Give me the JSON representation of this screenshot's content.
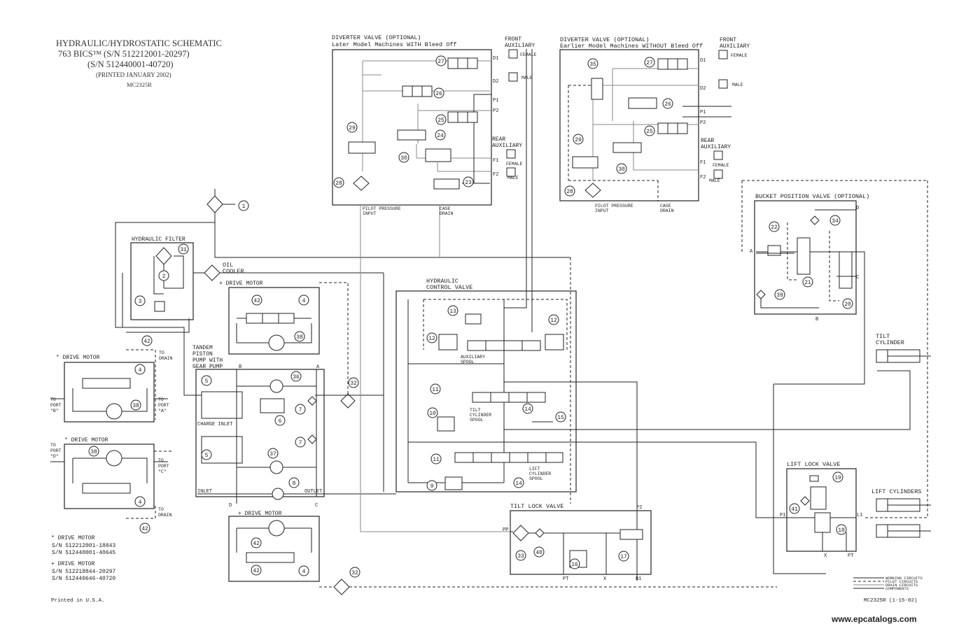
{
  "title": {
    "line1": "HYDRAULIC/HYDROSTATIC SCHEMATIC",
    "line2": "763 BICS™ (S/N 512212001-20297)",
    "line3": "(S/N 512440001-40720)",
    "printed": "(PRINTED JANUARY 2002)",
    "code": "MC2325R"
  },
  "diverter_later": {
    "title": "DIVERTER VALVE (OPTIONAL)",
    "subtitle": "Later Model Machines WITH Bleed Off",
    "pilot_label": [
      "PILOT PRESSURE",
      "INPUT"
    ],
    "case_label": [
      "CASE",
      "DRAIN"
    ]
  },
  "diverter_earlier": {
    "title": "DIVERTER VALVE (OPTIONAL)",
    "subtitle": "Earlier Model Machines WITHOUT Bleed Off",
    "pilot_label": [
      "PILOT PRESSURE",
      "INPUT"
    ],
    "case_label": [
      "CASE",
      "DRAIN"
    ]
  },
  "aux": {
    "front": [
      "FRONT",
      "AUXILIARY"
    ],
    "rear": [
      "REAR",
      "AUXILIARY"
    ],
    "female": "FEMALE",
    "male": "MALE",
    "ports": [
      "D1",
      "D2",
      "P1",
      "P2",
      "F1",
      "F2"
    ]
  },
  "labels": {
    "hydraulic_filter": "HYDRAULIC FILTER",
    "oil_cooler": [
      "OIL",
      "COOLER"
    ],
    "drive_motor_plus": "+ DRIVE MOTOR",
    "drive_motor_star": "* DRIVE MOTOR",
    "tandem_pump": [
      "TANDEM",
      "PISTON",
      "PUMP WITH",
      "GEAR PUMP"
    ],
    "charge_inlet": "CHARGE INLET",
    "inlet": "INLET",
    "outlet": "OUTLET",
    "control_valve": [
      "HYDRAULIC",
      "CONTROL VALVE"
    ],
    "aux_spool": [
      "AUXILIARY",
      "SPOOL"
    ],
    "tilt_spool": [
      "TILT",
      "CYLINDER",
      "SPOOL"
    ],
    "lift_spool": [
      "LIFT",
      "CYLINDER",
      "SPOOL"
    ],
    "bucket_valve": "BUCKET POSITION VALVE (OPTIONAL)",
    "tilt_cylinder": [
      "TILT",
      "CYLINDER"
    ],
    "lift_lock": "LIFT LOCK VALVE",
    "lift_cylinders": "LIFT CYLINDERS",
    "tilt_lock": "TILT LOCK VALVE",
    "to_drain": [
      "TO",
      "DRAIN"
    ],
    "to_port_b": [
      "TO",
      "PORT",
      "\"B\""
    ],
    "to_port_a": [
      "TO",
      "PORT",
      "\"A\""
    ],
    "to_port_d": [
      "TO",
      "PORT",
      "\"D\""
    ],
    "to_port_c": [
      "TO",
      "PORT",
      "\"C\""
    ]
  },
  "notes": {
    "star_title": "* DRIVE MOTOR",
    "star_sn1": "S/N 512212001-18843",
    "star_sn2": "S/N 512440001-40645",
    "plus_title": "+ DRIVE MOTOR",
    "plus_sn1": "S/N 512218844-20297",
    "plus_sn2": "S/N 512440646-40720"
  },
  "legend": [
    "WORKING CIRCUITS",
    "PILOT CIRCUITS",
    "DRAIN CIRCUITS",
    "COMPONENTS"
  ],
  "footer": {
    "printed": "Printed in U.S.A.",
    "code": "MC2325R (1-15-02)",
    "watermark": "www.epcatalogs.com"
  },
  "callouts": [
    "1",
    "2",
    "3",
    "4",
    "5",
    "6",
    "7",
    "8",
    "9",
    "10",
    "11",
    "12",
    "13",
    "14",
    "15",
    "16",
    "17",
    "18",
    "19",
    "20",
    "21",
    "22",
    "23",
    "24",
    "25",
    "26",
    "27",
    "28",
    "29",
    "30",
    "31",
    "32",
    "33",
    "34",
    "35",
    "36",
    "37",
    "38",
    "39",
    "40",
    "41",
    "42"
  ],
  "colors": {
    "line": "#222222",
    "background": "#ffffff"
  }
}
